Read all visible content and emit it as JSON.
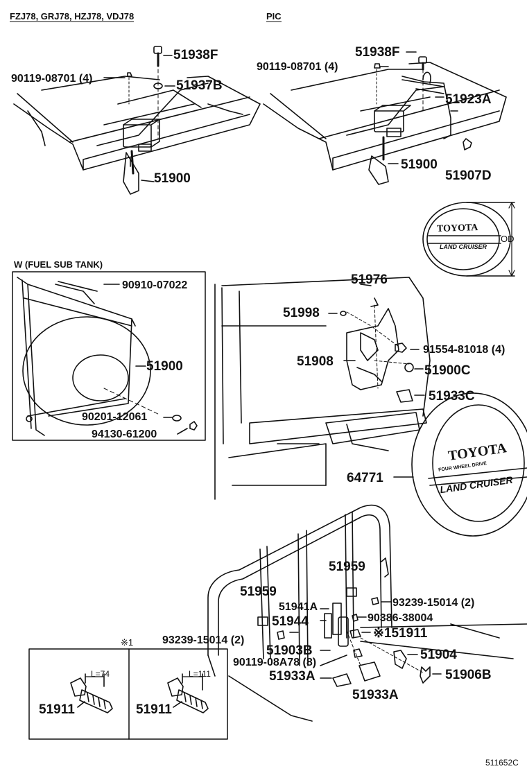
{
  "header": {
    "models": "FZJ78, GRJ78, HZJ78, VDJ78",
    "pic_label": "PIC"
  },
  "top_left": {
    "p1": "51938F",
    "p2": "90119-08701 (4)",
    "p3": "51937B",
    "p4": "51900"
  },
  "top_right": {
    "p1": "51938F",
    "p2": "90119-08701 (4)",
    "p3": "51923A",
    "p4": "51900",
    "p5": "51907D"
  },
  "cover_badge": {
    "od": "OD",
    "brand": "TOYOTA",
    "model": "LAND CRUISER"
  },
  "fuel_box": {
    "title": "W (FUEL SUB TANK)",
    "p1": "90910-07022",
    "p2": "51900",
    "p3": "90201-12061",
    "p4": "94130-61200"
  },
  "carrier": {
    "p1": "51976",
    "p2": "51998",
    "p3": "91554-81018 (4)",
    "p4": "51908",
    "p5": "51900C",
    "p6": "51933C",
    "p7": "64771"
  },
  "tire_cover": {
    "brand": "TOYOTA",
    "sub": "FOUR WHEEL DRIVE",
    "model": "LAND CRUISER"
  },
  "lower": {
    "p1": "51959",
    "p2": "51959",
    "p3": "51941A",
    "p4": "93239-15014 (2)",
    "p5": "51944",
    "p6": "90386-38004",
    "p7": "※151911",
    "p8": "93239-15014 (2)",
    "p9": "51903B",
    "p10": "90119-08A78 (8)",
    "p11": "51904",
    "p12": "51933A",
    "p13": "51906B",
    "p14": "51933A"
  },
  "inset": {
    "mark": "※1",
    "l1": "L=74",
    "l2": "L=111",
    "part": "51911"
  },
  "footer": {
    "code": "511652C"
  }
}
